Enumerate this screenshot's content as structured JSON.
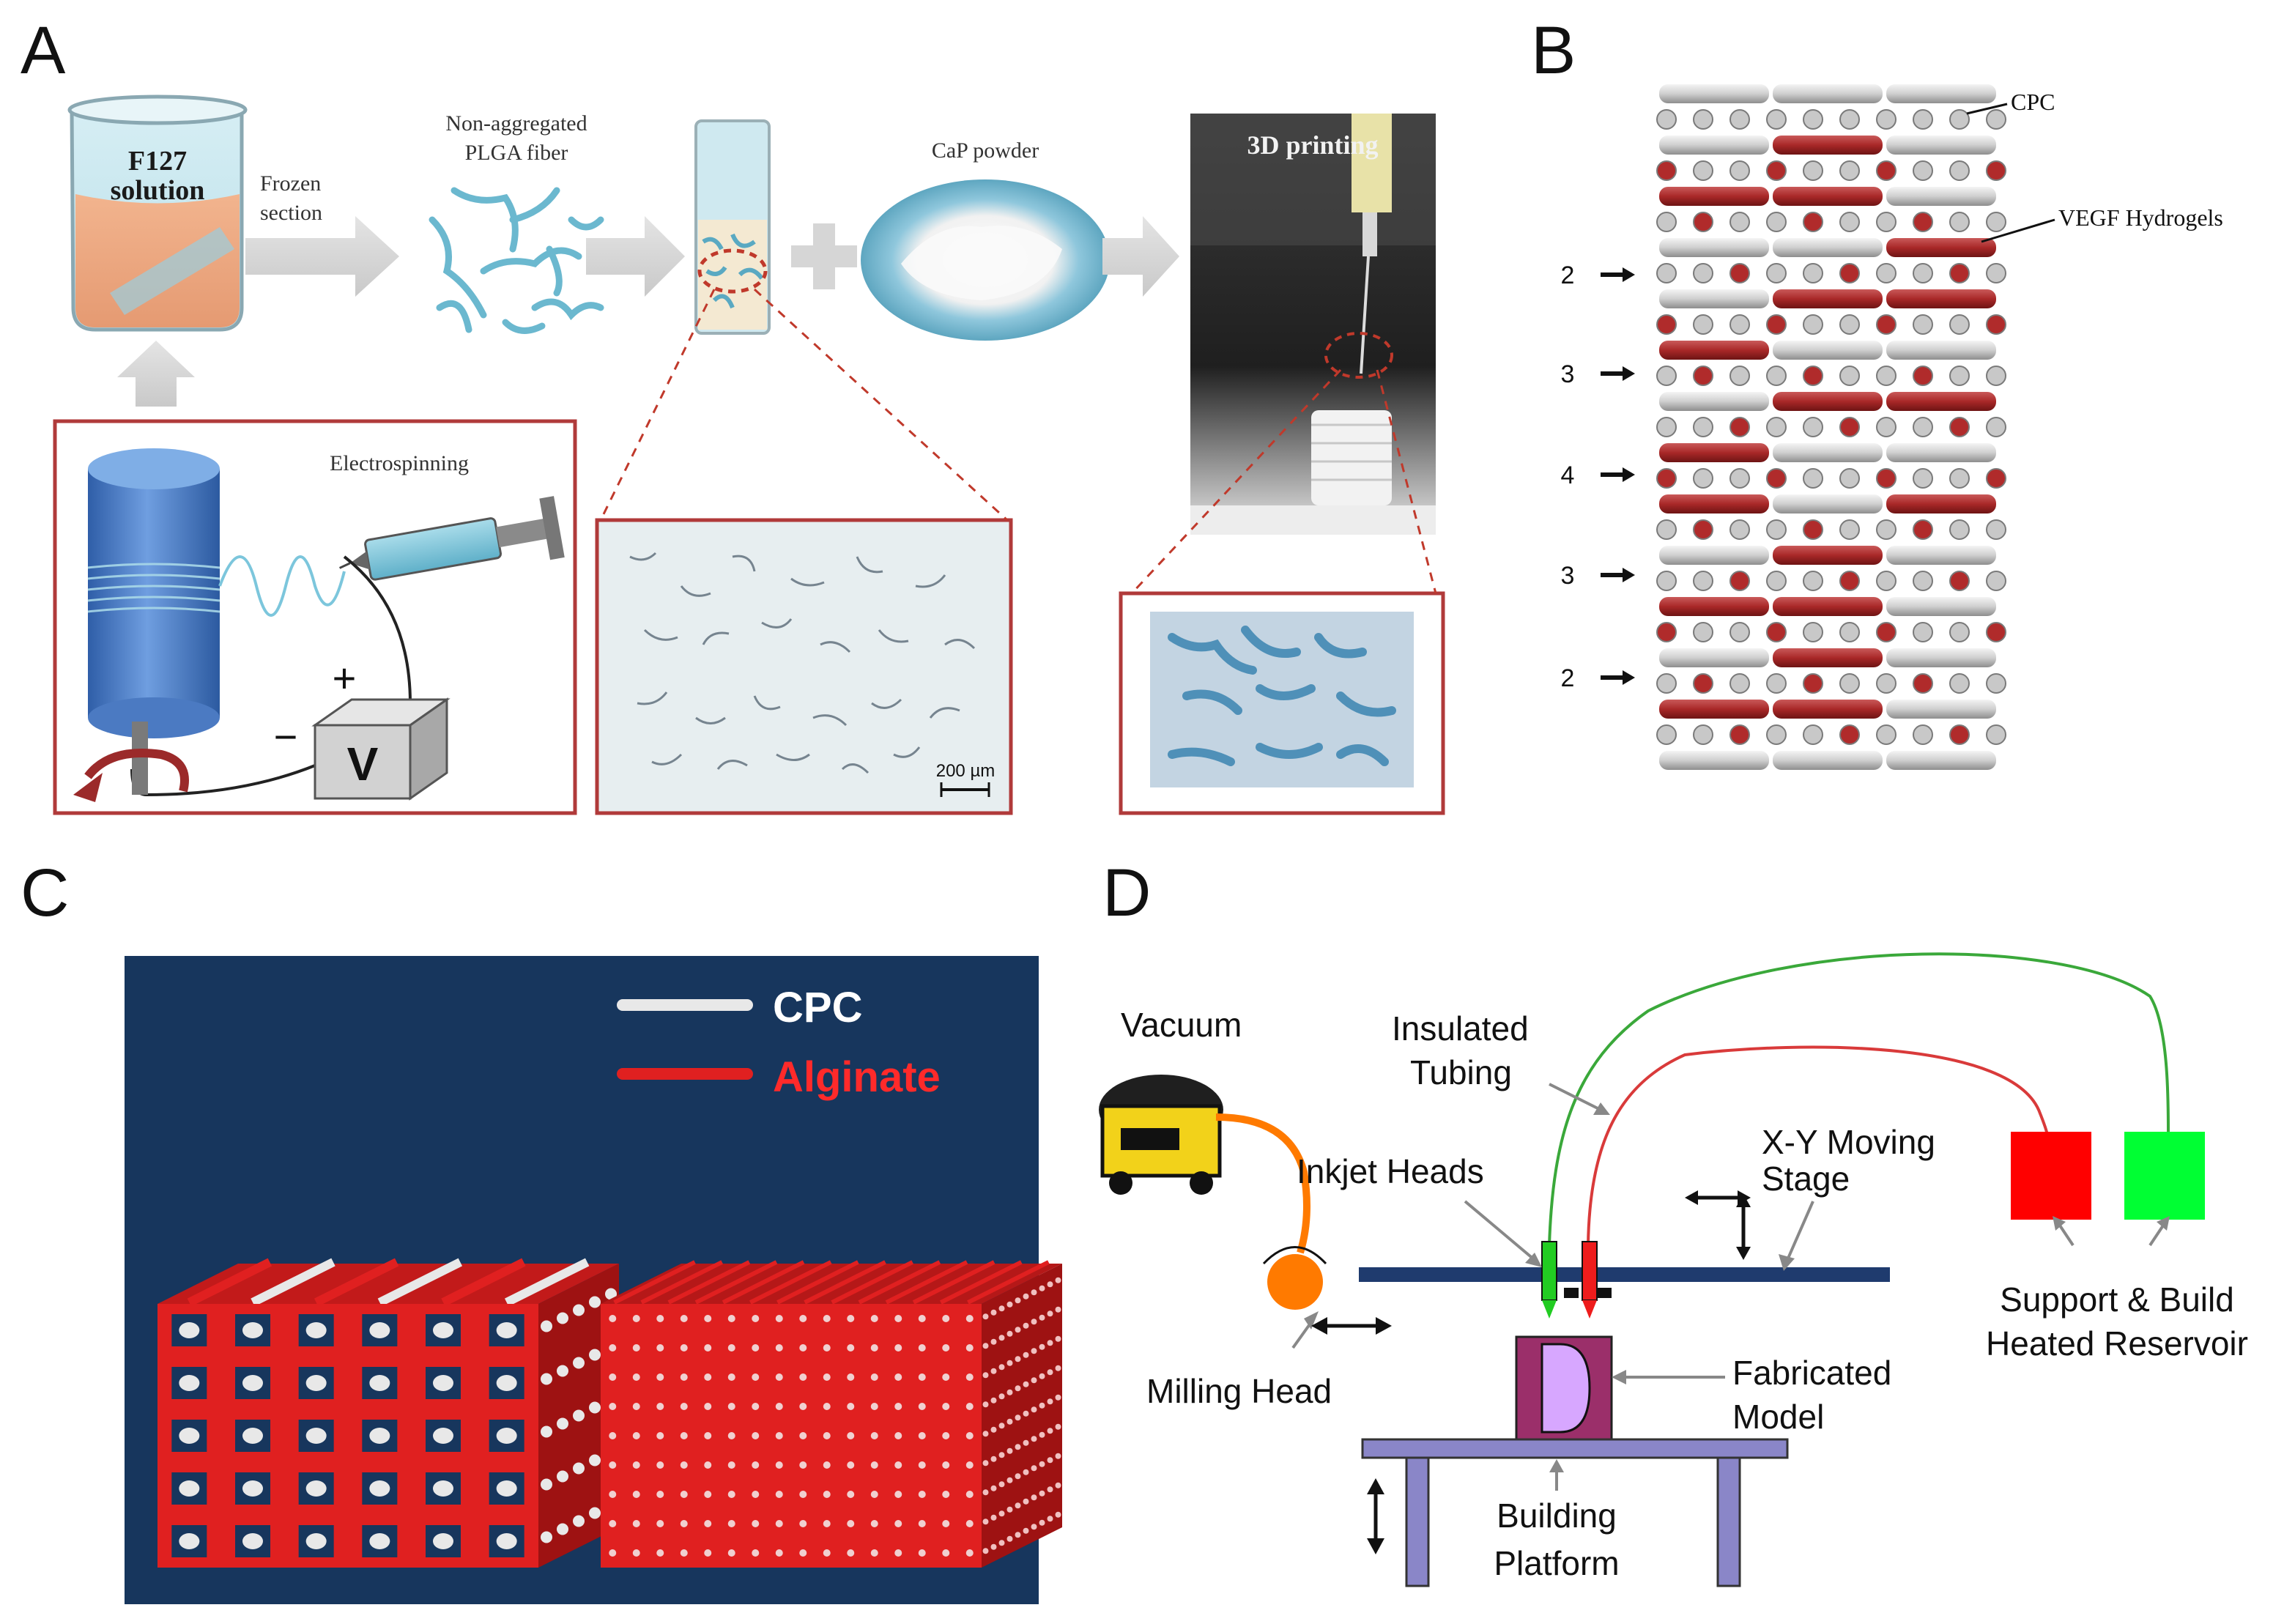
{
  "panels": {
    "a": {
      "letter": "A",
      "beaker_label": [
        "F127",
        "solution"
      ],
      "frozen_section": [
        "Frozen",
        "section"
      ],
      "plga_fiber": [
        "Non-aggregated",
        "PLGA fiber"
      ],
      "cap_powder": "CaP powder",
      "printing_label": "3D printing",
      "electrospinning_label": "Electrospinning",
      "plus_sign": "+",
      "minus_sign": "−",
      "voltage_label": "V",
      "scale_bar": "200 µm"
    },
    "b": {
      "letter": "B",
      "cpc_label": "CPC",
      "vegf_label": "VEGF Hydrogels",
      "layer_numbers": [
        "2",
        "3",
        "4",
        "3",
        "2"
      ]
    },
    "c": {
      "letter": "C",
      "legend": [
        {
          "label": "CPC",
          "color": "#e8e8e8"
        },
        {
          "label": "Alginate",
          "color": "#e02020"
        }
      ],
      "background_color": "#17365d"
    },
    "d": {
      "letter": "D",
      "vacuum": "Vacuum",
      "insulated_tubing": [
        "Insulated",
        "Tubing"
      ],
      "inkjet_heads": "Inkjet Heads",
      "xy_stage": [
        "X-Y Moving",
        "Stage"
      ],
      "support_build": [
        "Support & Build",
        "Heated Reservoir"
      ],
      "milling_head": "Milling Head",
      "fabricated_model": [
        "Fabricated",
        "Model"
      ],
      "building_platform": [
        "Building",
        "Platform"
      ],
      "reservoir_colors": {
        "support": "#ff0000",
        "build": "#00ff33"
      }
    }
  }
}
